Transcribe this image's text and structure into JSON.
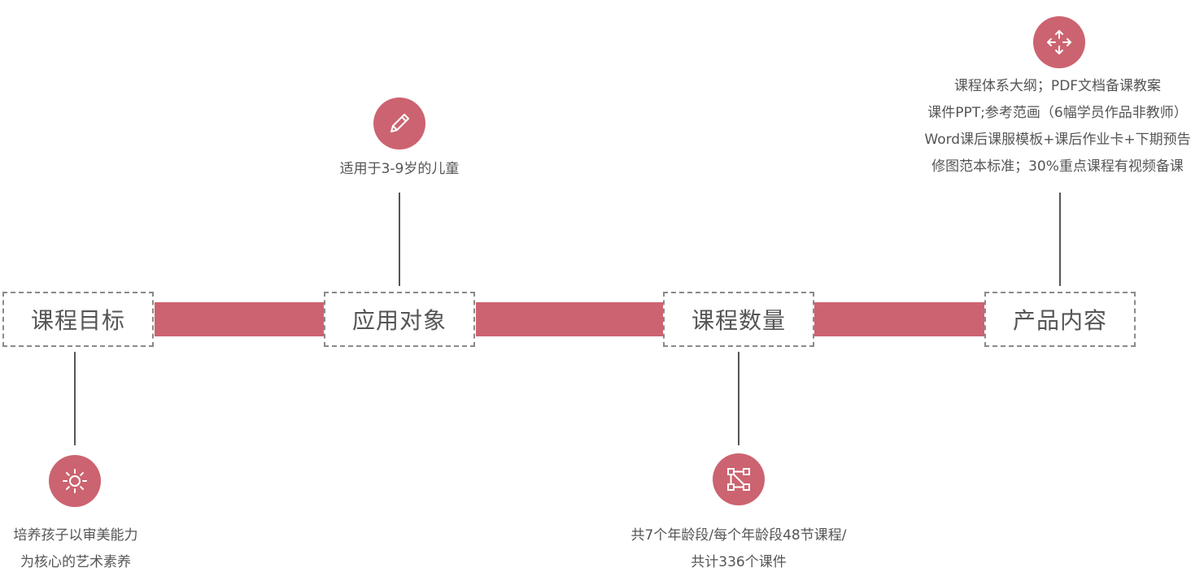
{
  "colors": {
    "accent": "#cc6370",
    "border": "#8a8a8a",
    "text": "#555555",
    "icon_stroke": "#ffffff"
  },
  "nodes": {
    "goal": {
      "label": "课程目标",
      "icon": "sun-icon",
      "lines": [
        "培养孩子以审美能力",
        "为核心的艺术素养"
      ]
    },
    "audience": {
      "label": "应用对象",
      "icon": "pencil-icon",
      "lines": [
        "适用于3-9岁的儿童"
      ]
    },
    "count": {
      "label": "课程数量",
      "icon": "network-icon",
      "lines": [
        "共7个年龄段/每个年龄段48节课程/",
        "共计336个课件"
      ]
    },
    "content": {
      "label": "产品内容",
      "icon": "move-arrows-icon",
      "lines": [
        "课程体系大纲；PDF文档备课教案",
        "课件PPT;参考范画（6幅学员作品非教师）",
        "Word课后课服模板+课后作业卡+下期预告",
        "修图范本标准；30%重点课程有视频备课"
      ]
    }
  }
}
